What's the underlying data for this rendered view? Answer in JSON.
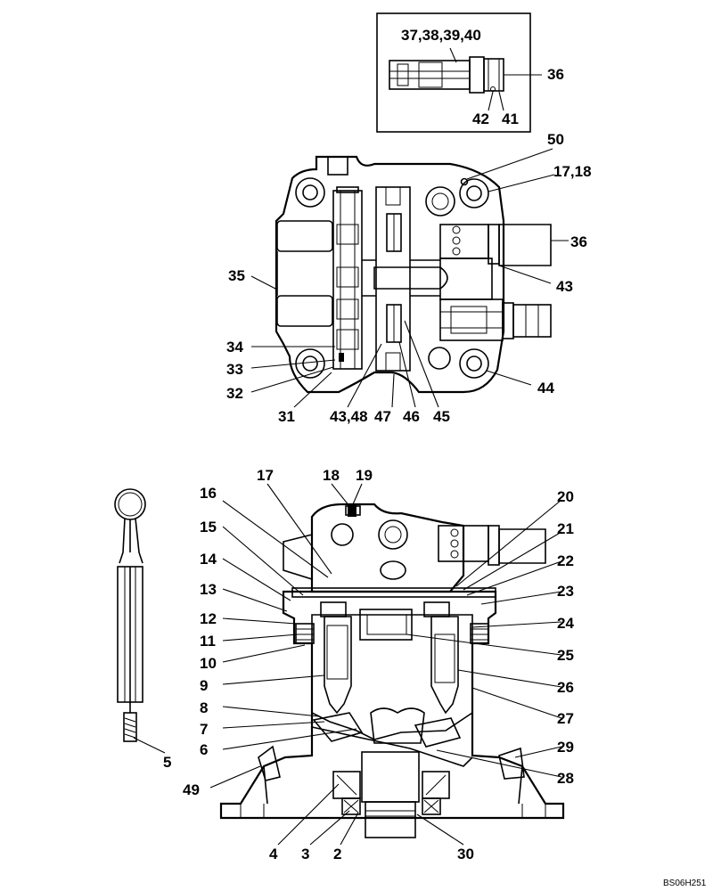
{
  "figure": {
    "code": "BS06H251"
  },
  "inset_labels": [
    "37,38,39,40",
    "36",
    "42",
    "41"
  ],
  "top_view_labels": [
    "50",
    "17,18",
    "36",
    "35",
    "43",
    "34",
    "33",
    "32",
    "44",
    "31",
    "43,48",
    "47",
    "46",
    "45"
  ],
  "section_view_labels": [
    "17",
    "18",
    "19",
    "16",
    "20",
    "15",
    "21",
    "14",
    "22",
    "13",
    "23",
    "12",
    "24",
    "11",
    "10",
    "25",
    "9",
    "26",
    "8",
    "27",
    "7",
    "6",
    "29",
    "5",
    "49",
    "28",
    "4",
    "3",
    "2",
    "30"
  ]
}
